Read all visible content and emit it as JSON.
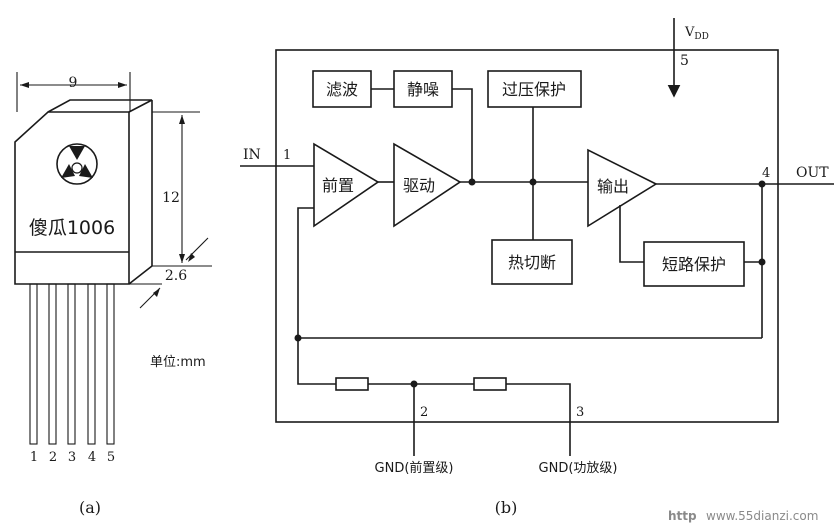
{
  "part_a": {
    "width_dim": "9",
    "height_dim": "12",
    "thickness_dim": "2.6",
    "body_label": "傻瓜1006",
    "pins": [
      "1",
      "2",
      "3",
      "4",
      "5"
    ],
    "unit": "单位:mm",
    "caption": "(a)"
  },
  "part_b": {
    "input_label": "IN",
    "output_label": "OUT",
    "vdd_label": "V",
    "vdd_sub": "DD",
    "pin_in": "1",
    "pin_gnd_pre": "2",
    "pin_gnd_amp": "3",
    "pin_out": "4",
    "pin_vdd": "5",
    "blocks": {
      "filter": "滤波",
      "denoise": "静噪",
      "overvoltage": "过压保护",
      "preamp": "前置",
      "driver": "驱动",
      "output": "输出",
      "thermal": "热切断",
      "short": "短路保护"
    },
    "gnd_pre_label": "GND(前置级)",
    "gnd_amp_label": "GND(功放级)",
    "caption": "(b)"
  },
  "watermark": {
    "prefix": "http",
    "site": "www.55dianzi.com"
  }
}
